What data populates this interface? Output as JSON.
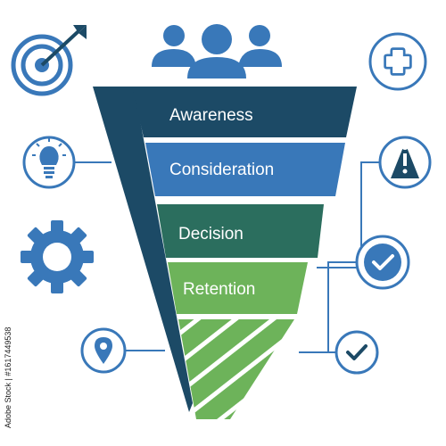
{
  "funnel": {
    "stages": [
      {
        "label": "Awareness",
        "color": "#1c4a66"
      },
      {
        "label": "Consideration",
        "color": "#3978b9"
      },
      {
        "label": "Decision",
        "color": "#2b6e5e"
      },
      {
        "label": "Retention",
        "color": "#6db35a"
      }
    ],
    "bottom_color": "#6db35a",
    "side_color": "#1c4a66"
  },
  "icons": {
    "top": "people-group-icon",
    "left": [
      "target-arrow-icon",
      "lightbulb-icon",
      "gear-icon",
      "location-pin-icon"
    ],
    "right": [
      "plus-icon",
      "warning-cone-icon",
      "checkmark-badge-icon",
      "checkmark-icon"
    ]
  },
  "colors": {
    "accent": "#3978b9",
    "line": "#3978b9"
  },
  "footer": {
    "stock_id": "Adobe Stock | #1617449538"
  }
}
